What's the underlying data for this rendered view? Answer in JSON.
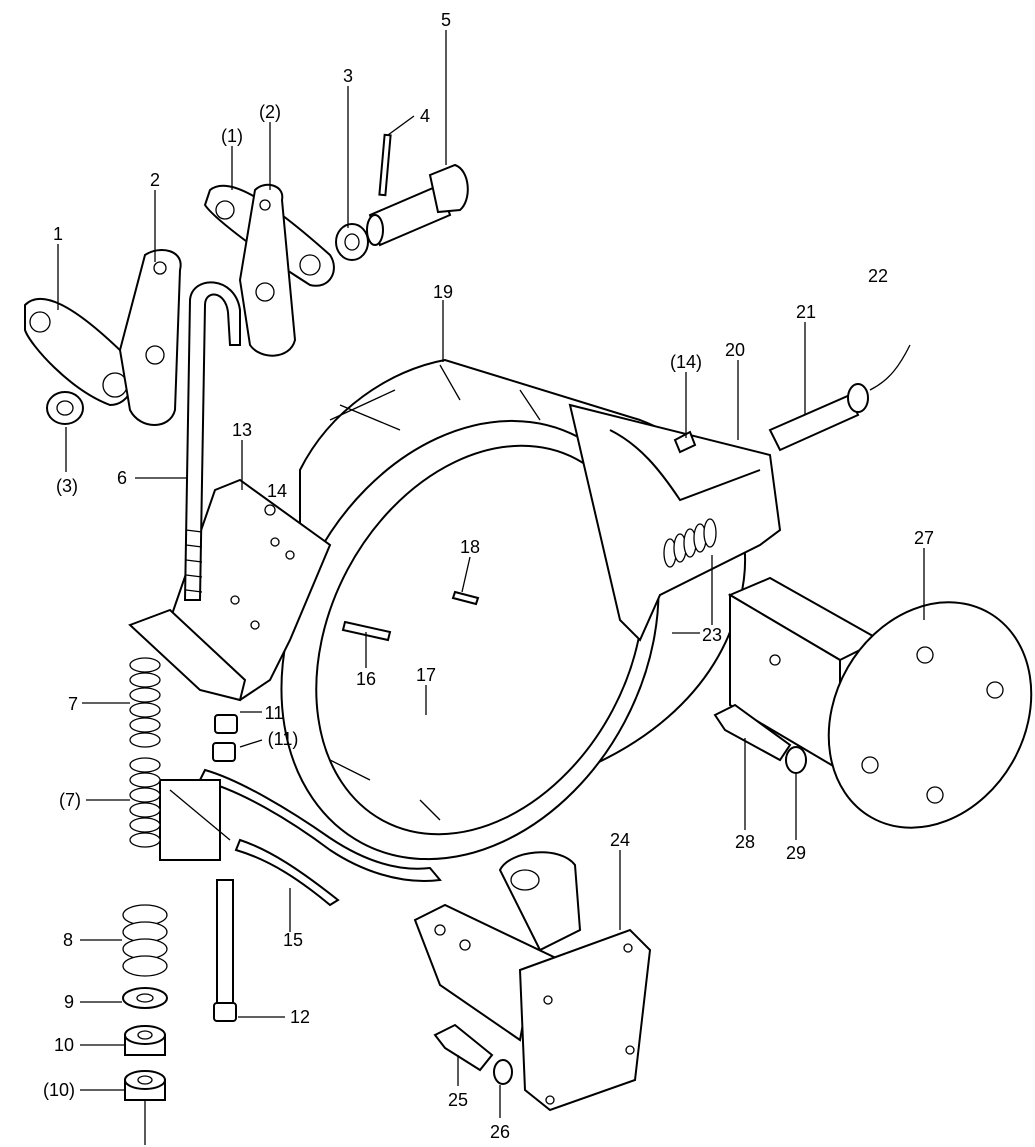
{
  "labels": [
    {
      "text": "1"
    },
    {
      "text": "2"
    },
    {
      "text": "(1)"
    },
    {
      "text": "(2)"
    },
    {
      "text": "3"
    },
    {
      "text": "4"
    },
    {
      "text": "5"
    },
    {
      "text": "(3)"
    },
    {
      "text": "6"
    },
    {
      "text": "13"
    },
    {
      "text": "14"
    },
    {
      "text": "19"
    },
    {
      "text": "(14)"
    },
    {
      "text": "20"
    },
    {
      "text": "21"
    },
    {
      "text": "22"
    },
    {
      "text": "18"
    },
    {
      "text": "16"
    },
    {
      "text": "17"
    },
    {
      "text": "23"
    },
    {
      "text": "27"
    },
    {
      "text": "7"
    },
    {
      "text": "11"
    },
    {
      "text": "(11)"
    },
    {
      "text": "(7)"
    },
    {
      "text": "28"
    },
    {
      "text": "29"
    },
    {
      "text": "24"
    },
    {
      "text": "8"
    },
    {
      "text": "15"
    },
    {
      "text": "9"
    },
    {
      "text": "12"
    },
    {
      "text": "10"
    },
    {
      "text": "(10)"
    },
    {
      "text": "25"
    },
    {
      "text": "26"
    }
  ]
}
